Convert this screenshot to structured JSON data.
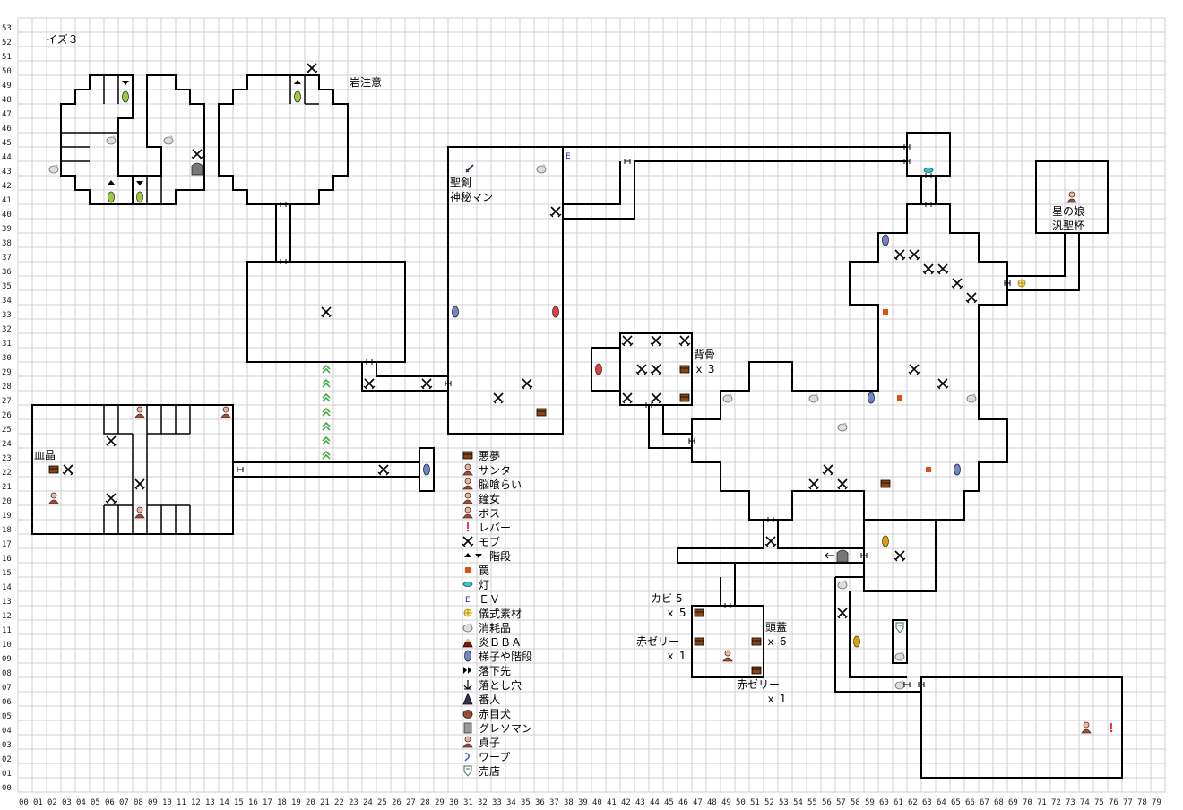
{
  "map": {
    "title": "イズ３",
    "grid": {
      "cols": 80,
      "rows": 54
    },
    "notes": [
      {
        "id": "rock-caution",
        "text": "岩注意"
      },
      {
        "id": "holy-sword",
        "text": "聖剣"
      },
      {
        "id": "mystery-man",
        "text": "神秘マン"
      },
      {
        "id": "blood-crystal",
        "text": "血晶"
      },
      {
        "id": "spine",
        "text": "背骨"
      },
      {
        "id": "spine-count",
        "text": "ｘ 3"
      },
      {
        "id": "star-daughter",
        "text": "星の娘"
      },
      {
        "id": "defiled-chalice",
        "text": "汎聖杯"
      },
      {
        "id": "mold",
        "text": "カビ 5"
      },
      {
        "id": "mold-count",
        "text": "ｘ 5"
      },
      {
        "id": "red-jelly-1",
        "text": "赤ゼリー"
      },
      {
        "id": "red-jelly-1-count",
        "text": "ｘ 1"
      },
      {
        "id": "skull",
        "text": "頭蓋"
      },
      {
        "id": "skull-count",
        "text": "ｘ 6"
      },
      {
        "id": "red-jelly-2",
        "text": "赤ゼリー"
      },
      {
        "id": "red-jelly-2-count",
        "text": "ｘ 1"
      }
    ],
    "special_marks": [
      {
        "id": "ev-marker",
        "text": "E"
      }
    ]
  },
  "legend": [
    {
      "icon": "chest-icon",
      "label": "悪夢"
    },
    {
      "icon": "santa-icon",
      "label": "サンタ"
    },
    {
      "icon": "brain-eater-icon",
      "label": "脳喰らい"
    },
    {
      "icon": "bell-woman-icon",
      "label": "鐘女"
    },
    {
      "icon": "boss-icon",
      "label": "ボス"
    },
    {
      "icon": "lever-icon",
      "label": "レバー"
    },
    {
      "icon": "mob-icon",
      "label": "モブ"
    },
    {
      "icon": "stairs-icon",
      "label": "階段"
    },
    {
      "icon": "trap-icon",
      "label": "罠"
    },
    {
      "icon": "lamp-icon",
      "label": "灯"
    },
    {
      "icon": "ev-icon",
      "label": "ＥＶ"
    },
    {
      "icon": "ritual-material-icon",
      "label": "儀式素材"
    },
    {
      "icon": "consumable-icon",
      "label": "消耗品"
    },
    {
      "icon": "fire-bba-icon",
      "label": "炎ＢＢＡ"
    },
    {
      "icon": "ladder-icon",
      "label": "梯子や階段"
    },
    {
      "icon": "drop-point-icon",
      "label": "落下先"
    },
    {
      "icon": "pitfall-icon",
      "label": "落とし穴"
    },
    {
      "icon": "watchman-icon",
      "label": "番人"
    },
    {
      "icon": "red-eye-dog-icon",
      "label": "赤目犬"
    },
    {
      "icon": "gray-man-icon",
      "label": "グレソマン"
    },
    {
      "icon": "sadako-icon",
      "label": "貞子"
    },
    {
      "icon": "warp-icon",
      "label": "ワープ"
    },
    {
      "icon": "shop-icon",
      "label": "売店"
    }
  ],
  "colors": {
    "grid": "#cfcfcf",
    "wall": "#000000",
    "trap": "#e05010",
    "chest": "#8b4513",
    "ladder_blue": "#6f86c8",
    "ladder_red": "#e04040",
    "lamp": "#40c0c0",
    "ev": "#2020c0",
    "lever": "#e03030",
    "green_stairs": "#44aa44",
    "yellow_item": "#e0a000"
  }
}
